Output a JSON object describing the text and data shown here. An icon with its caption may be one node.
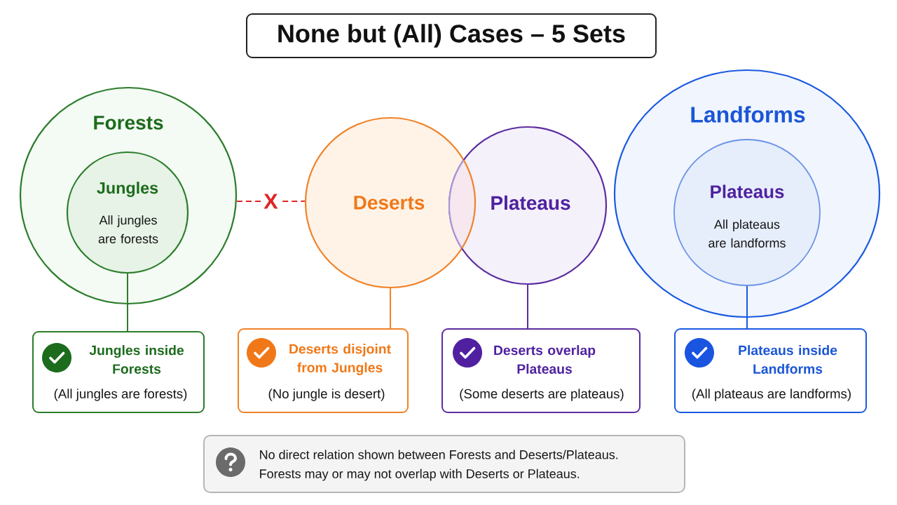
{
  "diagram": {
    "title": "None but (All) Cases – 5 Sets",
    "nodes": [
      {
        "text": [
          "Forests"
        ]
      },
      {
        "text": [
          "Jungles",
          "All jungles are forests"
        ],
        "in": 0
      },
      {
        "text": [
          "Deserts"
        ]
      },
      {
        "text": [
          "Plateaus"
        ]
      },
      {
        "text": [
          "Landforms"
        ]
      },
      {
        "text": [
          "Plateaus",
          "All plateaus are landforms"
        ],
        "in": 4
      },
      {
        "text": [
          "Jungles inside Forests",
          "(All jungles are forests)"
        ]
      },
      {
        "text": [
          "Deserts disjoint from Jungles",
          "(No jungle is desert)"
        ]
      },
      {
        "text": [
          "Deserts overlap Plateaus",
          "(Some deserts are plateaus)"
        ]
      },
      {
        "text": [
          "Plateaus inside Landforms",
          "(All plateaus are landforms)"
        ]
      },
      {
        "text": [
          "No direct relation shown between Forests and Deserts/Plateaus.",
          "Forests may or may not overlap with Deserts or Plateaus."
        ]
      }
    ],
    "edges": [
      {
        "from": 0,
        "to": 2,
        "arrow": "none",
        "label": "X",
        "style": "dashed",
        "color": "#e02424"
      },
      {
        "from": 1,
        "to": 6,
        "arrow": "none",
        "color": "#2b7d2b"
      },
      {
        "from": 2,
        "to": 7,
        "arrow": "none",
        "color": "#f08228"
      },
      {
        "from": 3,
        "to": 8,
        "arrow": "none",
        "color": "#5b2ca0"
      },
      {
        "from": 5,
        "to": 9,
        "arrow": "none",
        "color": "#1a5ae0"
      }
    ]
  }
}
